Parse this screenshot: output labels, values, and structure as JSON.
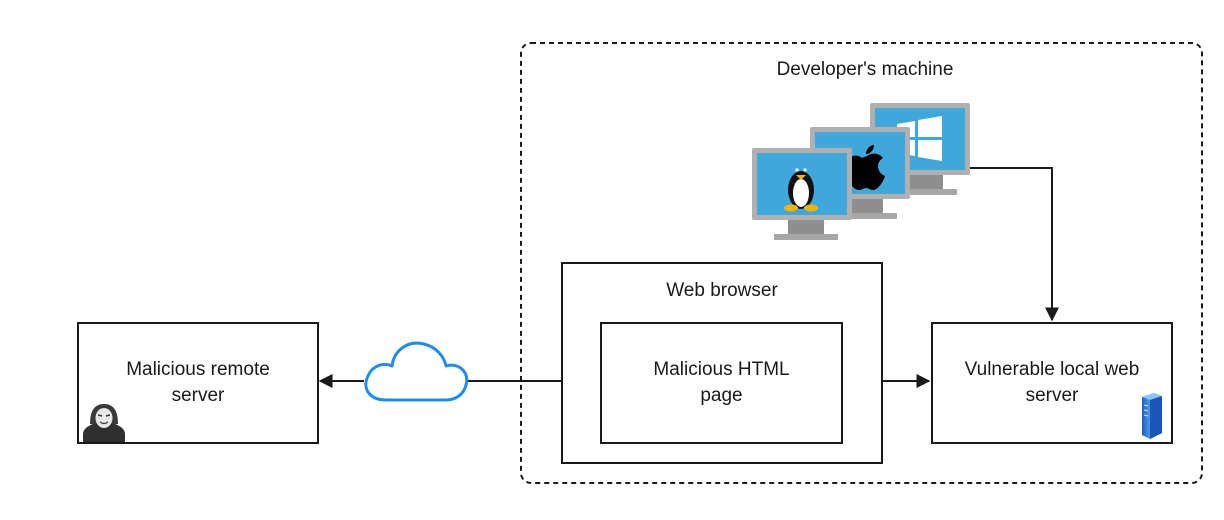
{
  "zone": {
    "title": "Developer's machine"
  },
  "nodes": {
    "remote_server": {
      "label": "Malicious remote\nserver",
      "icon": "hacker-icon"
    },
    "web_browser": {
      "label": "Web browser",
      "icon": "chrome-icon"
    },
    "html_page": {
      "label": "Malicious HTML\npage"
    },
    "local_server": {
      "label": "Vulnerable local web\nserver",
      "icon": "server-icon"
    },
    "operating_systems": {
      "icons": [
        "linux-monitor-icon",
        "apple-monitor-icon",
        "windows-monitor-icon"
      ]
    }
  },
  "connectors": {
    "internet": {
      "icon": "cloud-icon"
    }
  },
  "colors": {
    "stroke": "#1a1a1a",
    "cloud": "#1d8ef0",
    "monitor_screen": "#3fa7d9",
    "monitor_frame": "#9a9a9a",
    "server_blue": "#2f7fe0"
  }
}
